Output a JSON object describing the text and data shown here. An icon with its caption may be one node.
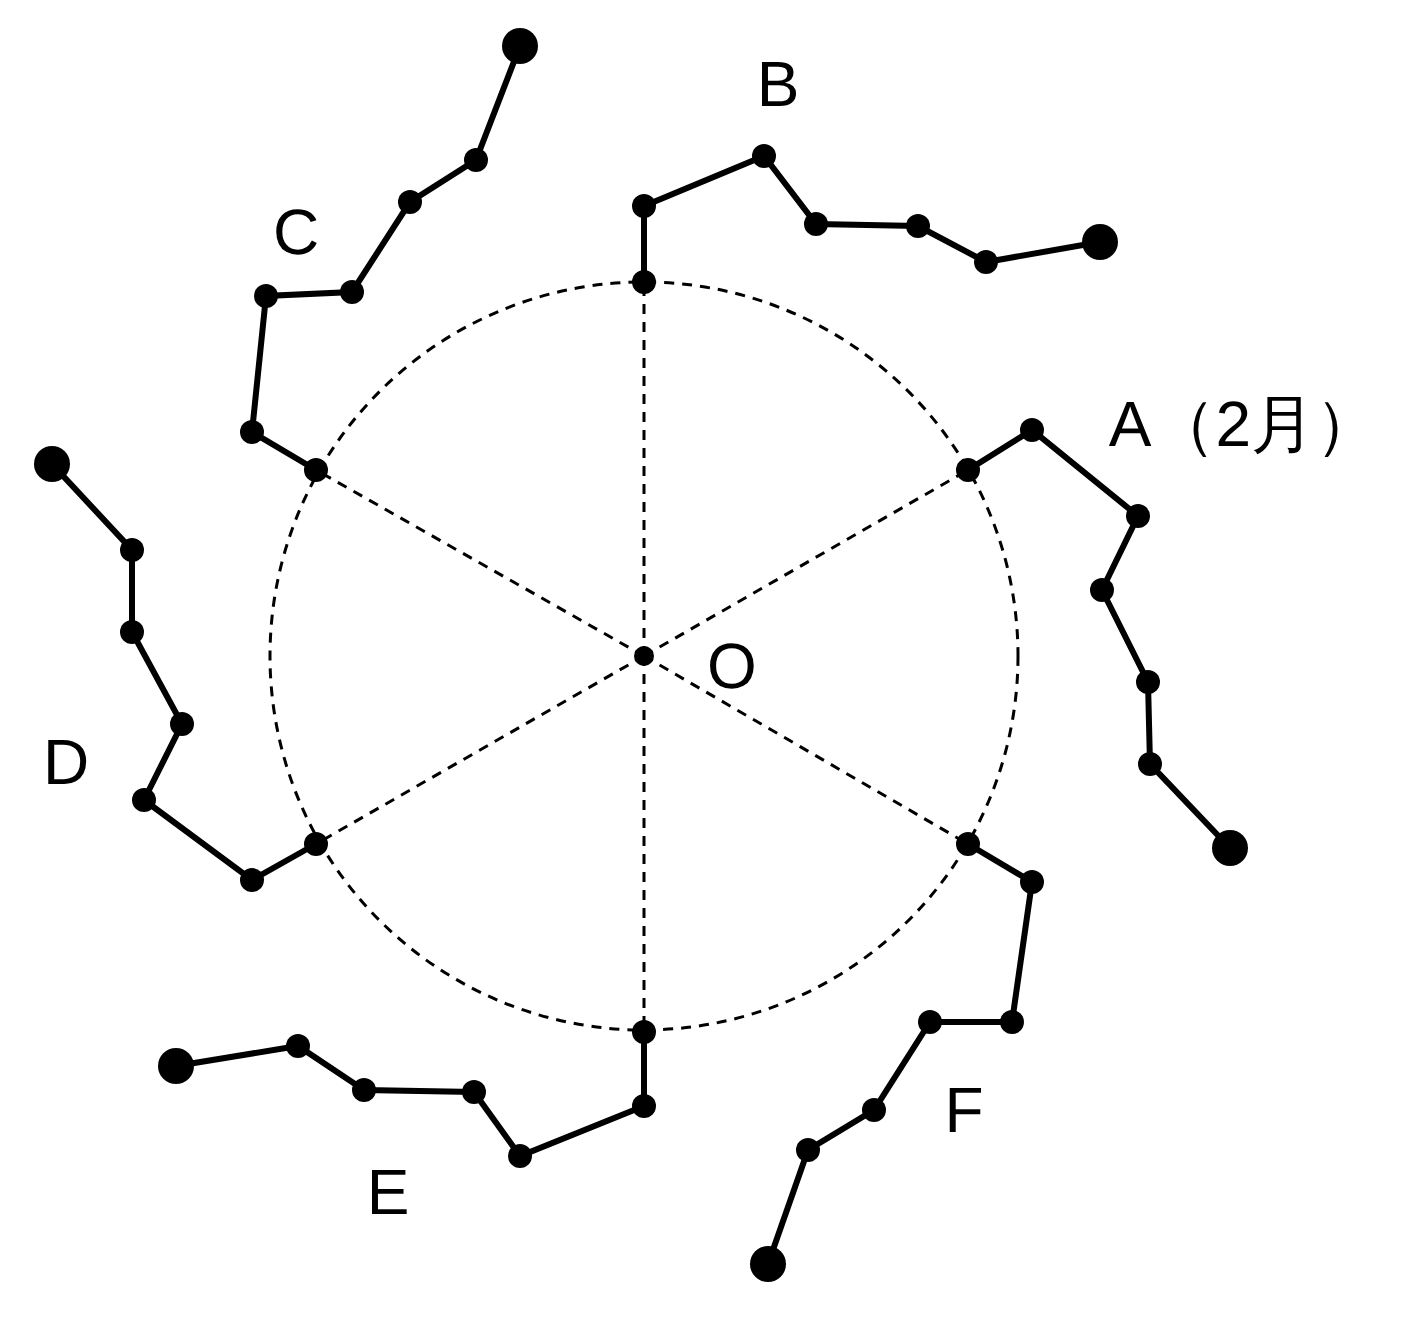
{
  "diagram": {
    "labels": [
      "B",
      "C",
      "A（2月）",
      "O",
      "D",
      "F",
      "E"
    ]
  }
}
